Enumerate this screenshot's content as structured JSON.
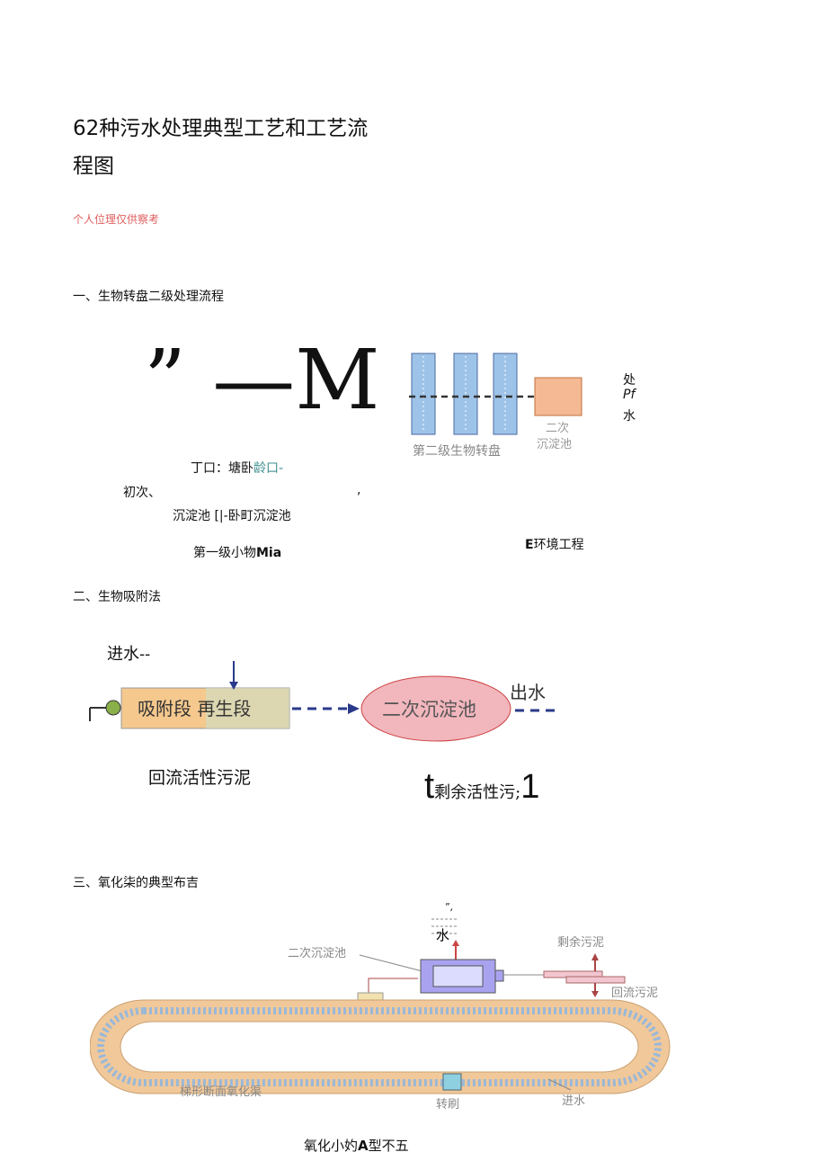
{
  "title_line1": "62种污水处理典型工艺和工艺流",
  "title_line2": "程图",
  "note": "个人位理仅供察考",
  "section1": {
    "heading": "一、生物转盘二级处理流程",
    "big_glyphs": "” —M",
    "line_a1": "丁口：塘卧",
    "line_a2": "龄口-",
    "line_b": "初次、",
    "line_b_comma": ",",
    "line_c": "沉淀池 [|-卧町沉淀池",
    "line_d1": "第一级小物",
    "line_d2": "Mia",
    "right1": "处",
    "right2": "Pf",
    "right3": "水",
    "env1": "E",
    "env2": "环境工程",
    "diagram": {
      "label_disks": "第二级生物转盘",
      "label_tank1": "二次",
      "label_tank2": "沉淀池"
    }
  },
  "section2": {
    "heading": "二、生物吸附法",
    "inflow": "进水--",
    "box": "吸附段 再生段",
    "tank": "二次沉淀池",
    "outflow": "出水",
    "return": "回流活性污泥",
    "excess_t": "t",
    "excess": "剩余活性污;",
    "excess_1": "1"
  },
  "section3": {
    "heading": "三、氧化柒的典型布吉",
    "top_marks": "”,",
    "water": "水",
    "label_clarifier": "二次沉淀池",
    "label_excess": "剩余污泥",
    "label_return": "回流污泥",
    "label_ditch": "梯形断面氧化渠",
    "label_brush": "转刷",
    "label_inflow": "进水",
    "caption1": "氧化小妁",
    "caption2": "A",
    "caption3": "型不五"
  },
  "colors": {
    "note": "#e06060",
    "teal_text": "#3f8f8f",
    "ditch": "#f1c89a",
    "clarifier": "#a9a3ef",
    "tank_pink": "#f2b6bd",
    "box_orange": "#f5c88e"
  }
}
